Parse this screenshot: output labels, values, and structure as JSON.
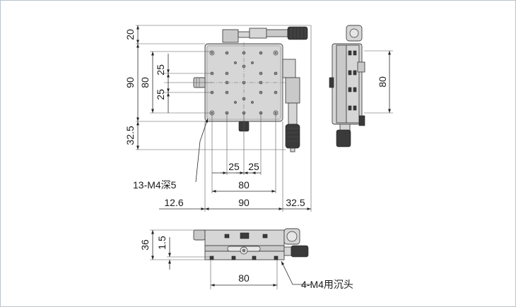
{
  "top_view": {
    "dims": {
      "top_margin": "20",
      "height_total": "90",
      "hole_pitch_outer_v": "80",
      "hole_pitch_inner_v_top": "25",
      "hole_pitch_inner_v_bottom": "25",
      "bottom_offset": "32.5",
      "hole_pitch_h_left": "25",
      "hole_pitch_h_right": "25",
      "hole_span_h": "80",
      "left_offset": "12.6",
      "width_total": "90",
      "right_offset": "32.5"
    },
    "callout_holes": "13-M4深5"
  },
  "side_view": {
    "dims": {
      "hole_pitch": "80"
    }
  },
  "front_view": {
    "dims": {
      "height_total": "36",
      "thickness": "1.5",
      "base_hole_pitch": "80"
    },
    "callout_holes": "4-M4用沉头"
  }
}
